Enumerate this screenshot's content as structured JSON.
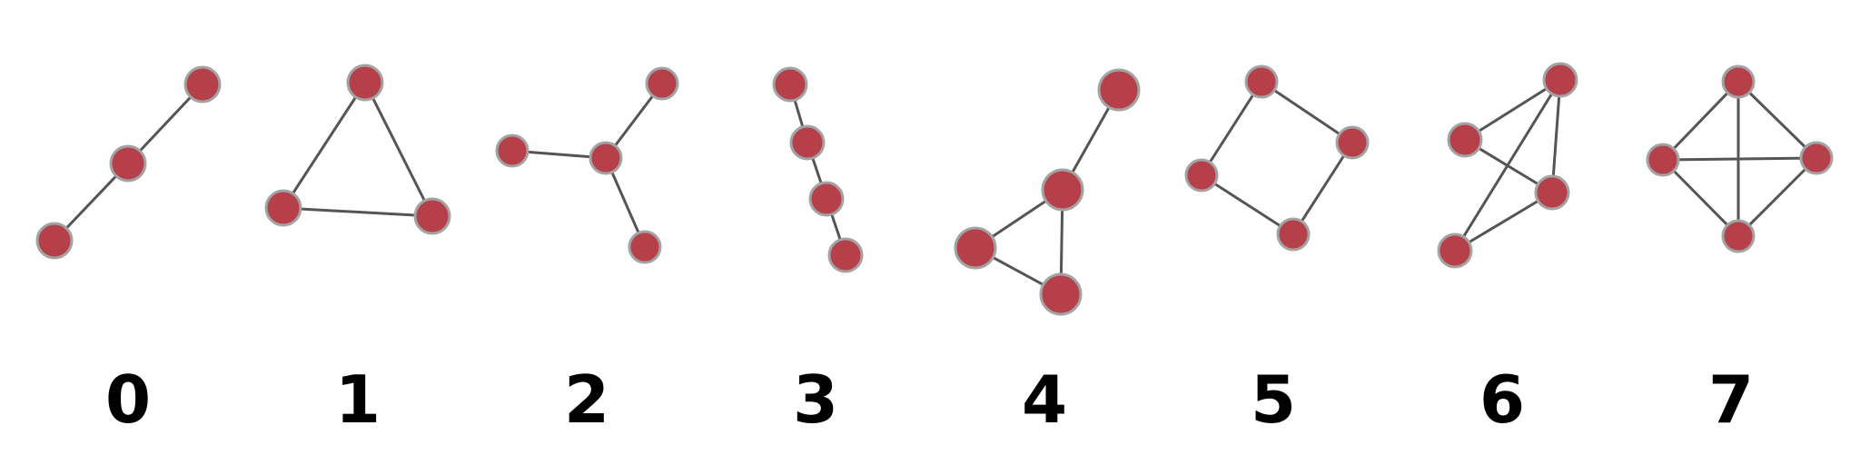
{
  "colors": {
    "node_fill": "#b5404a",
    "node_stroke": "#a3a3a3",
    "edge": "#555555",
    "label": "#000000"
  },
  "graphs": [
    {
      "label": "0",
      "nodes": 3,
      "edges": [
        [
          0,
          1
        ],
        [
          1,
          2
        ]
      ]
    },
    {
      "label": "1",
      "nodes": 3,
      "edges": [
        [
          0,
          1
        ],
        [
          1,
          2
        ],
        [
          2,
          0
        ]
      ]
    },
    {
      "label": "2",
      "nodes": 4,
      "edges": [
        [
          0,
          1
        ],
        [
          1,
          2
        ],
        [
          1,
          3
        ]
      ]
    },
    {
      "label": "3",
      "nodes": 4,
      "edges": [
        [
          0,
          1
        ],
        [
          1,
          2
        ],
        [
          2,
          3
        ]
      ]
    },
    {
      "label": "4",
      "nodes": 4,
      "edges": [
        [
          0,
          1
        ],
        [
          1,
          2
        ],
        [
          1,
          3
        ],
        [
          2,
          3
        ]
      ]
    },
    {
      "label": "5",
      "nodes": 4,
      "edges": [
        [
          0,
          1
        ],
        [
          1,
          2
        ],
        [
          2,
          3
        ],
        [
          3,
          0
        ]
      ]
    },
    {
      "label": "6",
      "nodes": 4,
      "edges": [
        [
          0,
          1
        ],
        [
          0,
          2
        ],
        [
          1,
          2
        ],
        [
          1,
          3
        ],
        [
          2,
          3
        ]
      ]
    },
    {
      "label": "7",
      "nodes": 4,
      "edges": [
        [
          0,
          1
        ],
        [
          0,
          2
        ],
        [
          0,
          3
        ],
        [
          1,
          2
        ],
        [
          1,
          3
        ],
        [
          2,
          3
        ]
      ]
    }
  ]
}
